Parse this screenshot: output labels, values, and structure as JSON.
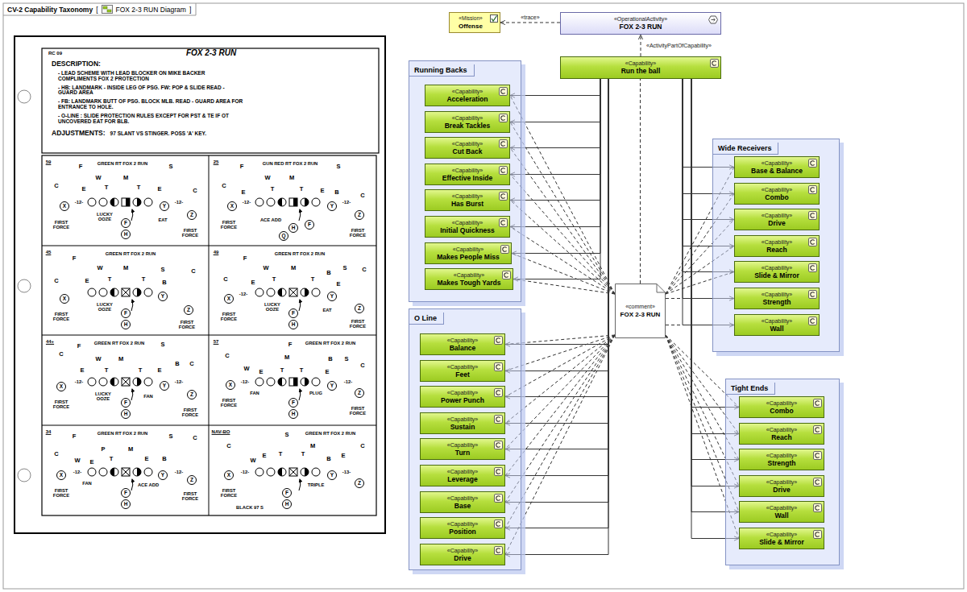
{
  "diagram": {
    "title": "CV-2 Capability Taxonomy",
    "nodes": [
      {
        "text": [
          "«Mission»",
          "Offense"
        ]
      },
      {
        "text": [
          "«OperationalActivity»",
          "FOX 2-3 RUN"
        ]
      },
      {
        "text": [
          "«Capability»",
          "Run the ball"
        ]
      },
      {
        "text": [
          "Running Backs"
        ]
      },
      {
        "text": [
          "«Capability»",
          "Acceleration"
        ],
        "in": 3
      },
      {
        "text": [
          "«Capability»",
          "Break Tackles"
        ],
        "in": 3
      },
      {
        "text": [
          "«Capability»",
          "Cut Back"
        ],
        "in": 3
      },
      {
        "text": [
          "«Capability»",
          "Effective Inside"
        ],
        "in": 3
      },
      {
        "text": [
          "«Capability»",
          "Has Burst"
        ],
        "in": 3
      },
      {
        "text": [
          "«Capability»",
          "Initial Quickness"
        ],
        "in": 3
      },
      {
        "text": [
          "«Capability»",
          "Makes People Miss"
        ],
        "in": 3
      },
      {
        "text": [
          "«Capability»",
          "Makes Tough Yards"
        ],
        "in": 3
      },
      {
        "text": [
          "O Line"
        ]
      },
      {
        "text": [
          "«Capability»",
          "Balance"
        ],
        "in": 12
      },
      {
        "text": [
          "«Capability»",
          "Feet"
        ],
        "in": 12
      },
      {
        "text": [
          "«Capability»",
          "Power Punch"
        ],
        "in": 12
      },
      {
        "text": [
          "«Capability»",
          "Sustain"
        ],
        "in": 12
      },
      {
        "text": [
          "«Capability»",
          "Turn"
        ],
        "in": 12
      },
      {
        "text": [
          "«Capability»",
          "Leverage"
        ],
        "in": 12
      },
      {
        "text": [
          "«Capability»",
          "Base"
        ],
        "in": 12
      },
      {
        "text": [
          "«Capability»",
          "Position"
        ],
        "in": 12
      },
      {
        "text": [
          "«Capability»",
          "Drive"
        ],
        "in": 12
      },
      {
        "text": [
          "«comment»",
          "FOX 2-3 RUN"
        ]
      },
      {
        "text": [
          "Wide Receivers"
        ]
      },
      {
        "text": [
          "«Capability»",
          "Base & Balance"
        ],
        "in": 23
      },
      {
        "text": [
          "«Capability»",
          "Combo"
        ],
        "in": 23
      },
      {
        "text": [
          "«Capability»",
          "Drive"
        ],
        "in": 23
      },
      {
        "text": [
          "«Capability»",
          "Reach"
        ],
        "in": 23
      },
      {
        "text": [
          "«Capability»",
          "Slide & Mirror"
        ],
        "in": 23
      },
      {
        "text": [
          "«Capability»",
          "Strength"
        ],
        "in": 23
      },
      {
        "text": [
          "«Capability»",
          "Wall"
        ],
        "in": 23
      },
      {
        "text": [
          "Tight Ends"
        ]
      },
      {
        "text": [
          "«Capability»",
          "Combo"
        ],
        "in": 31
      },
      {
        "text": [
          "«Capability»",
          "Reach"
        ],
        "in": 31
      },
      {
        "text": [
          "«Capability»",
          "Strength"
        ],
        "in": 31
      },
      {
        "text": [
          "«Capability»",
          "Drive"
        ],
        "in": 31
      },
      {
        "text": [
          "«Capability»",
          "Wall"
        ],
        "in": 31
      },
      {
        "text": [
          "«Capability»",
          "Slide & Mirror"
        ],
        "in": 31
      }
    ],
    "edges": [
      {
        "from": 1,
        "to": 0,
        "label": "«trace»",
        "arrow": "to"
      },
      {
        "from": 2,
        "to": 1,
        "label": "«ActivityPartOfCapability»",
        "arrow": "to"
      },
      {
        "from": 22,
        "to": 2,
        "arrow": "none"
      },
      {
        "from": 2,
        "to": 4,
        "arrow": "to"
      },
      {
        "from": 2,
        "to": 5,
        "arrow": "to"
      },
      {
        "from": 2,
        "to": 6,
        "arrow": "to"
      },
      {
        "from": 2,
        "to": 7,
        "arrow": "to"
      },
      {
        "from": 2,
        "to": 8,
        "arrow": "to"
      },
      {
        "from": 2,
        "to": 9,
        "arrow": "to"
      },
      {
        "from": 2,
        "to": 10,
        "arrow": "to"
      },
      {
        "from": 2,
        "to": 11,
        "arrow": "to"
      },
      {
        "from": 2,
        "to": 13,
        "arrow": "to"
      },
      {
        "from": 2,
        "to": 14,
        "arrow": "to"
      },
      {
        "from": 2,
        "to": 15,
        "arrow": "to"
      },
      {
        "from": 2,
        "to": 16,
        "arrow": "to"
      },
      {
        "from": 2,
        "to": 17,
        "arrow": "to"
      },
      {
        "from": 2,
        "to": 18,
        "arrow": "to"
      },
      {
        "from": 2,
        "to": 19,
        "arrow": "to"
      },
      {
        "from": 2,
        "to": 20,
        "arrow": "to"
      },
      {
        "from": 2,
        "to": 21,
        "arrow": "to"
      },
      {
        "from": 2,
        "to": 24,
        "arrow": "to"
      },
      {
        "from": 2,
        "to": 25,
        "arrow": "to"
      },
      {
        "from": 2,
        "to": 26,
        "arrow": "to"
      },
      {
        "from": 2,
        "to": 27,
        "arrow": "to"
      },
      {
        "from": 2,
        "to": 28,
        "arrow": "to"
      },
      {
        "from": 2,
        "to": 29,
        "arrow": "to"
      },
      {
        "from": 2,
        "to": 30,
        "arrow": "to"
      },
      {
        "from": 2,
        "to": 32,
        "arrow": "to"
      },
      {
        "from": 2,
        "to": 33,
        "arrow": "to"
      },
      {
        "from": 2,
        "to": 34,
        "arrow": "to"
      },
      {
        "from": 2,
        "to": 35,
        "arrow": "to"
      },
      {
        "from": 2,
        "to": 36,
        "arrow": "to"
      },
      {
        "from": 2,
        "to": 37,
        "arrow": "to"
      },
      {
        "from": 22,
        "to": 4,
        "arrow": "none"
      },
      {
        "from": 22,
        "to": 5,
        "arrow": "none"
      },
      {
        "from": 22,
        "to": 6,
        "arrow": "none"
      },
      {
        "from": 22,
        "to": 7,
        "arrow": "none"
      },
      {
        "from": 22,
        "to": 8,
        "arrow": "none"
      },
      {
        "from": 22,
        "to": 9,
        "arrow": "none"
      },
      {
        "from": 22,
        "to": 10,
        "arrow": "none"
      },
      {
        "from": 22,
        "to": 11,
        "arrow": "none"
      },
      {
        "from": 22,
        "to": 13,
        "arrow": "none"
      },
      {
        "from": 22,
        "to": 14,
        "arrow": "none"
      },
      {
        "from": 22,
        "to": 15,
        "arrow": "none"
      },
      {
        "from": 22,
        "to": 16,
        "arrow": "none"
      },
      {
        "from": 22,
        "to": 17,
        "arrow": "none"
      },
      {
        "from": 22,
        "to": 18,
        "arrow": "none"
      },
      {
        "from": 22,
        "to": 19,
        "arrow": "none"
      },
      {
        "from": 22,
        "to": 20,
        "arrow": "none"
      },
      {
        "from": 22,
        "to": 21,
        "arrow": "none"
      },
      {
        "from": 22,
        "to": 24,
        "arrow": "none"
      },
      {
        "from": 22,
        "to": 25,
        "arrow": "none"
      },
      {
        "from": 22,
        "to": 26,
        "arrow": "none"
      },
      {
        "from": 22,
        "to": 27,
        "arrow": "none"
      },
      {
        "from": 22,
        "to": 28,
        "arrow": "none"
      },
      {
        "from": 22,
        "to": 29,
        "arrow": "none"
      },
      {
        "from": 22,
        "to": 30,
        "arrow": "none"
      },
      {
        "from": 22,
        "to": 32,
        "arrow": "none"
      },
      {
        "from": 22,
        "to": 33,
        "arrow": "none"
      },
      {
        "from": 22,
        "to": 34,
        "arrow": "none"
      },
      {
        "from": 22,
        "to": 35,
        "arrow": "none"
      },
      {
        "from": 22,
        "to": 36,
        "arrow": "none"
      },
      {
        "from": 22,
        "to": 37,
        "arrow": "none"
      }
    ],
    "labels": [
      "[",
      "FOX 2-3 RUN Diagram",
      "]",
      "RC 09",
      "FOX 2-3 RUN",
      "DESCRIPTION:",
      "- LEAD SCHEME WITH LEAD BLOCKER ON MIKE BACKER COMPLIMENTS FOX 2 PROTECTION",
      "- HB: LANDMARK - INSIDE LEG OF PSG. FW: POP & SLIDE READ - GUARD AREA",
      "- FB: LANDMARK BUTT OF PSG. BLOCK MLB. READ - GUARD AREA FOR ENTRANCE TO HOLE.",
      "- O-LINE : SLIDE PROTECTION RULES EXCEPT FOR PST & TE IF OT UNCOVERED EAT FOR BLB.",
      "ADJUSTMENTS:",
      "97 SLANT VS STINGER. POSS 'A' KEY.",
      "59",
      "F",
      "GREEN RT FOX 2 RUN",
      "W",
      "M",
      "S",
      "C",
      "E",
      "T",
      "T",
      "E",
      "C",
      "X",
      "-12-",
      "FIRST FORCE",
      "LUCKY OOZE",
      "Y",
      "EAT",
      "-12-",
      "Z",
      "FIRST FORCE",
      "F",
      "H",
      "25",
      "F",
      "GUN RED RT FOX 2 RUN",
      "S",
      "W",
      "M",
      "E",
      "T",
      "T",
      "E",
      "B",
      "C",
      "C",
      "X",
      "-12-",
      "FIRST FORCE",
      "ACE ADD",
      "Y",
      "-12-",
      "Z",
      "FIRST FORCE",
      "F",
      "H",
      "Q",
      "45",
      "F",
      "GREEN RT FOX 2 RUN",
      "W",
      "M",
      "S",
      "C",
      "C",
      "E",
      "T",
      "T",
      "B",
      "X",
      "FIRST FORCE",
      "LUCKY OOZE",
      "Y",
      "F",
      "H",
      "Z",
      "FIRST FORCE",
      "49",
      "F",
      "GREEN RT FOX 2 RUN",
      "W",
      "M",
      "B",
      "S",
      "C",
      "C",
      "E",
      "T",
      "T",
      "E",
      "X",
      "-12-",
      "FIRST FORCE",
      "LUCKY OOZE",
      "Y",
      "EAT",
      "Z",
      "FIRST FORCE",
      "F",
      "H",
      "44+",
      "C",
      "F",
      "GREEN RT FOX 2 RUN",
      "S",
      "W",
      "M",
      "E",
      "T",
      "T",
      "E",
      "B",
      "C",
      "X",
      "-12-",
      "FIRST FORCE",
      "LUCKY OOZE",
      "FAN",
      "Y",
      "-12-",
      "Z",
      "FIRST FORCE",
      "F",
      "H",
      "57",
      "C",
      "F",
      "GREEN RT FOX 2 RUN",
      "M",
      "B",
      "S",
      "C",
      "W",
      "E",
      "T",
      "T",
      "E",
      "X",
      "-12-",
      "FIRST FORCE",
      "FAN",
      "PLUG",
      "Y",
      "-12-",
      "Z",
      "FIRST FORCE",
      "F",
      "H",
      "34",
      "F",
      "GREEN RT FOX 2 RUN",
      "P",
      "M",
      "S",
      "C",
      "C",
      "W",
      "E",
      "T",
      "E",
      "B",
      "X",
      "-12-",
      "FIRST FORCE",
      "FAN",
      "ACE ADD",
      "Y",
      "-12-",
      "Z",
      "FIRST FORCE",
      "F",
      "H",
      "NAV-BO",
      "S",
      "GREEN RT FOX 2 RUN",
      "C",
      "M",
      "C",
      "W",
      "E",
      "T",
      "T",
      "B",
      "E",
      "X",
      "-12-",
      "FIRST FORCE",
      "TRIPLE",
      "Y",
      "-13-",
      "Z",
      "F",
      "H",
      "BLACK 97 S"
    ]
  }
}
